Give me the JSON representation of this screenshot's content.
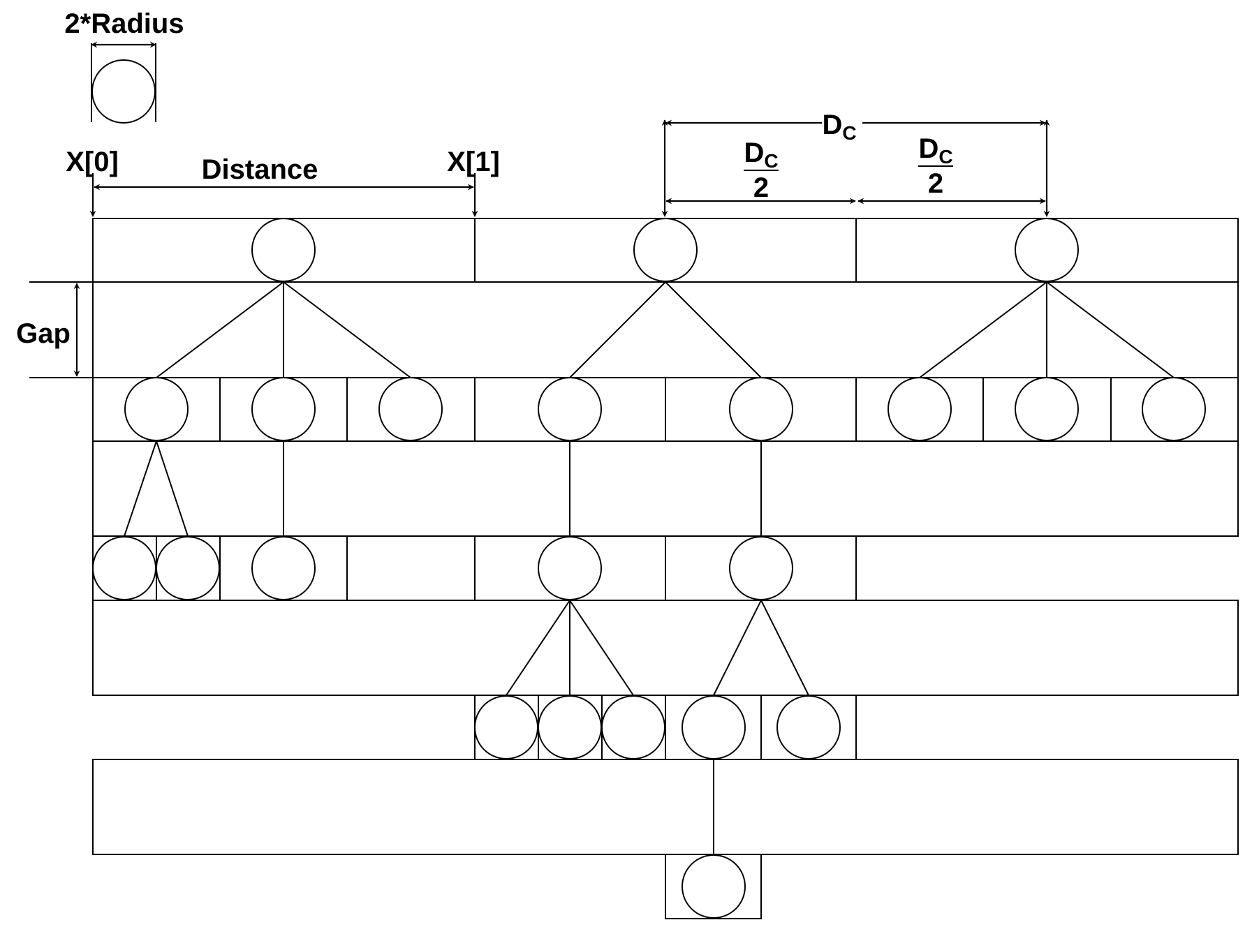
{
  "labels": {
    "radius": "2*Radius",
    "x0": "X[0]",
    "x1": "X[1]",
    "distance": "Distance",
    "gap": "Gap",
    "dc_letter": "D",
    "dc_sub": "C",
    "half_denominator": "2"
  },
  "tree": {
    "levels": 5,
    "nodes_per_level": [
      3,
      8,
      5,
      5,
      1
    ]
  }
}
